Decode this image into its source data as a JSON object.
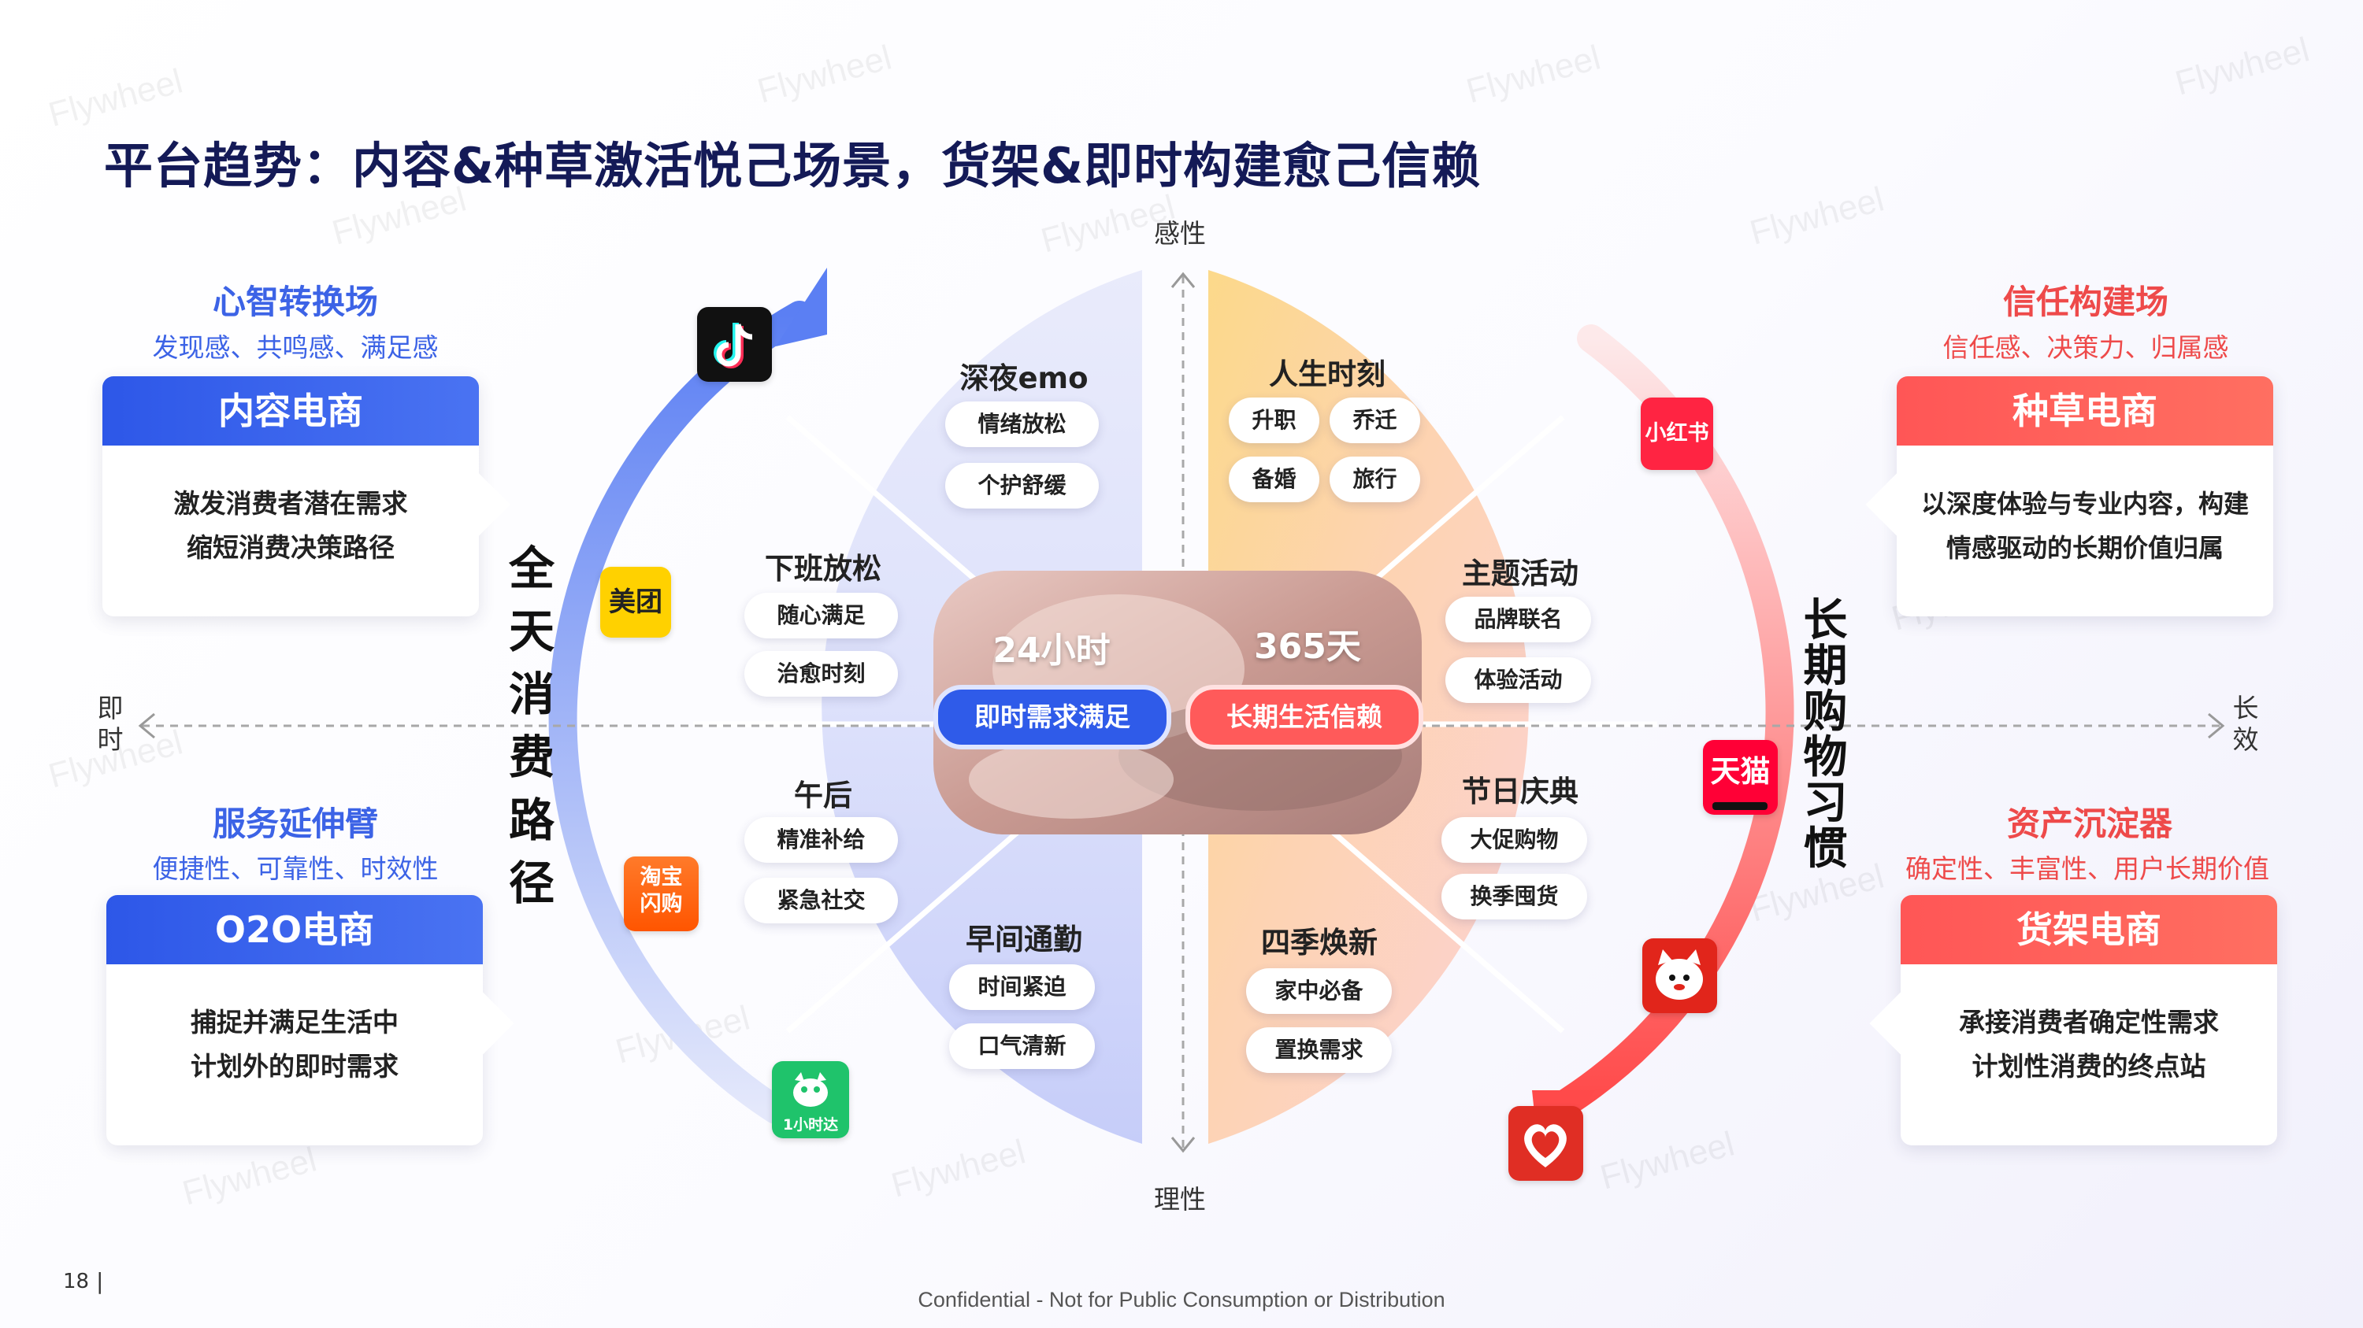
{
  "title": "平台趋势：内容&种草激活悦己场景，货架&即时构建愈己信赖",
  "watermark": "Flywheel",
  "footer": {
    "page_number": "18",
    "separator": "|",
    "confidential": "Confidential - Not for Public Consumption or Distribution"
  },
  "axes": {
    "top": "感性",
    "bottom": "理性",
    "left": "即时",
    "right": "长效"
  },
  "paths": {
    "left": "全天消费路径",
    "right": "长期购物习惯"
  },
  "left_top": {
    "heading": "心智转换场",
    "subheading": "发现感、共鸣感、满足感",
    "card_title": "内容电商",
    "line1": "激发消费者潜在需求",
    "line2": "缩短消费决策路径"
  },
  "left_bottom": {
    "heading": "服务延伸臂",
    "subheading": "便捷性、可靠性、时效性",
    "card_title": "O2O电商",
    "line1": "捕捉并满足生活中",
    "line2": "计划外的即时需求"
  },
  "right_top": {
    "heading": "信任构建场",
    "subheading": "信任感、决策力、归属感",
    "card_title": "种草电商",
    "line1": "以深度体验与专业内容，构建",
    "line2": "情感驱动的长期价值归属"
  },
  "right_bottom": {
    "heading": "资产沉淀器",
    "subheading": "确定性、丰富性、用户长期价值",
    "card_title": "货架电商",
    "line1": "承接消费者确定性需求",
    "line2": "计划性消费的终点站"
  },
  "center": {
    "left_big": "24小时",
    "left_pill": "即时需求满足",
    "right_big": "365天",
    "right_pill": "长期生活信赖"
  },
  "segments": {
    "late_night": {
      "title": "深夜emo",
      "tags": [
        "情绪放松",
        "个护舒缓"
      ]
    },
    "after_work": {
      "title": "下班放松",
      "tags": [
        "随心满足",
        "治愈时刻"
      ]
    },
    "afternoon": {
      "title": "午后",
      "tags": [
        "精准补给",
        "紧急社交"
      ]
    },
    "commute": {
      "title": "早间通勤",
      "tags": [
        "时间紧迫",
        "口气清新"
      ]
    },
    "life_moments": {
      "title": "人生时刻",
      "tags": [
        "升职",
        "乔迁",
        "备婚",
        "旅行"
      ]
    },
    "themed": {
      "title": "主题活动",
      "tags": [
        "品牌联名",
        "体验活动"
      ]
    },
    "festival": {
      "title": "节日庆典",
      "tags": [
        "大促购物",
        "换季囤货"
      ]
    },
    "seasonal": {
      "title": "四季焕新",
      "tags": [
        "家中必备",
        "置换需求"
      ]
    }
  },
  "platforms": {
    "meituan": "美团",
    "xiaohongshu": "小红书",
    "tmall": "天猫",
    "taobao_line1": "淘宝",
    "taobao_line2": "闪购",
    "jd_daojia": "1小时达"
  },
  "colors": {
    "navy": "#141a57",
    "blue": "#3c63e6",
    "red": "#ee4a4a",
    "left_half": "#dfe3fb",
    "right_half": "#fde3cc"
  }
}
